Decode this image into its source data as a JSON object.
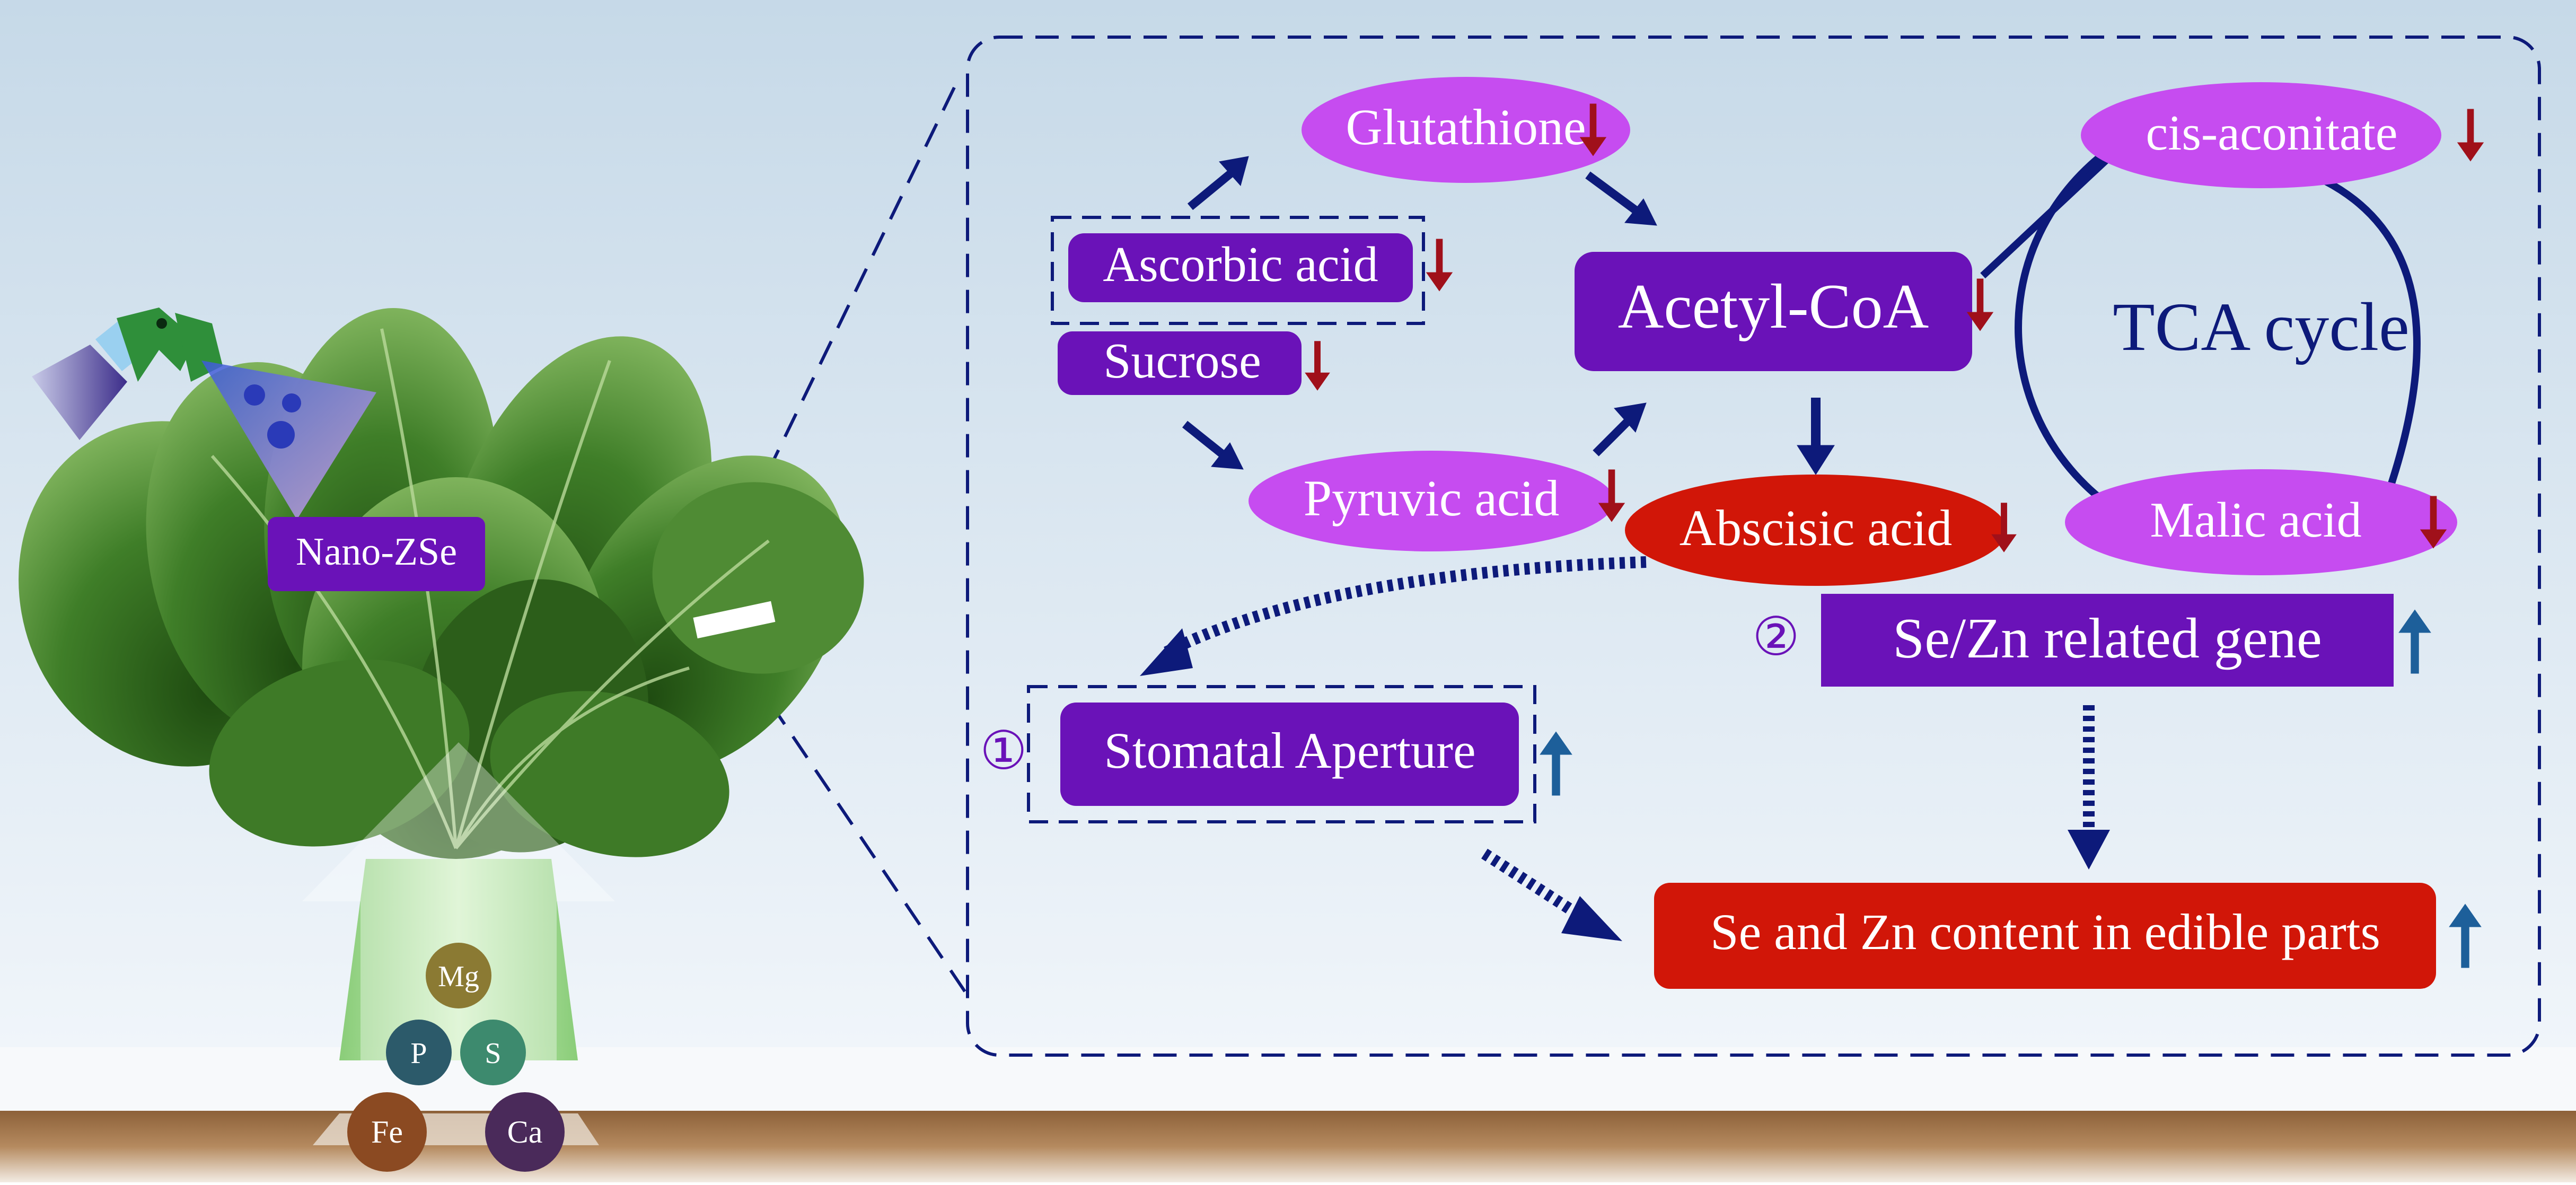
{
  "labels": {
    "nano_zse": "Nano-ZSe",
    "glutathione": "Glutathione",
    "ascorbic_acid": "Ascorbic acid",
    "sucrose": "Sucrose",
    "pyruvic_acid": "Pyruvic acid",
    "acetyl_coa": "Acetyl-CoA",
    "abscisic_acid": "Abscisic acid",
    "cis_aconitate": "cis-aconitate",
    "malic_acid": "Malic acid",
    "tca_cycle": "TCA cycle",
    "se_zn_gene": "Se/Zn related gene",
    "stomatal_aperture": "Stomatal Aperture",
    "se_zn_content": "Se and Zn content in edible parts",
    "marker_1": "①",
    "marker_2": "②"
  },
  "nutrients": [
    "Mg",
    "P",
    "S",
    "Fe",
    "Ca"
  ],
  "changes": {
    "glutathione": "down",
    "ascorbic_acid": "down",
    "sucrose": "down",
    "pyruvic_acid": "down",
    "acetyl_coa": "down",
    "abscisic_acid": "down",
    "cis_aconitate": "down",
    "malic_acid": "down",
    "se_zn_gene": "up",
    "stomatal_aperture": "up",
    "se_zn_content": "up"
  },
  "colors": {
    "sky_top": "#c9dbe9",
    "sky_bottom": "#eef3f8",
    "soil": "#a0724a",
    "purple_box": "#6a12b8",
    "magenta_ellipse": "#c64cf0",
    "red_box": "#d11608",
    "navy": "#0d1a7a",
    "down_arrow": "#a0101a",
    "up_arrow": "#1d5f9a",
    "leaf_dark": "#2f6b1c",
    "leaf_light": "#6aa34a"
  }
}
